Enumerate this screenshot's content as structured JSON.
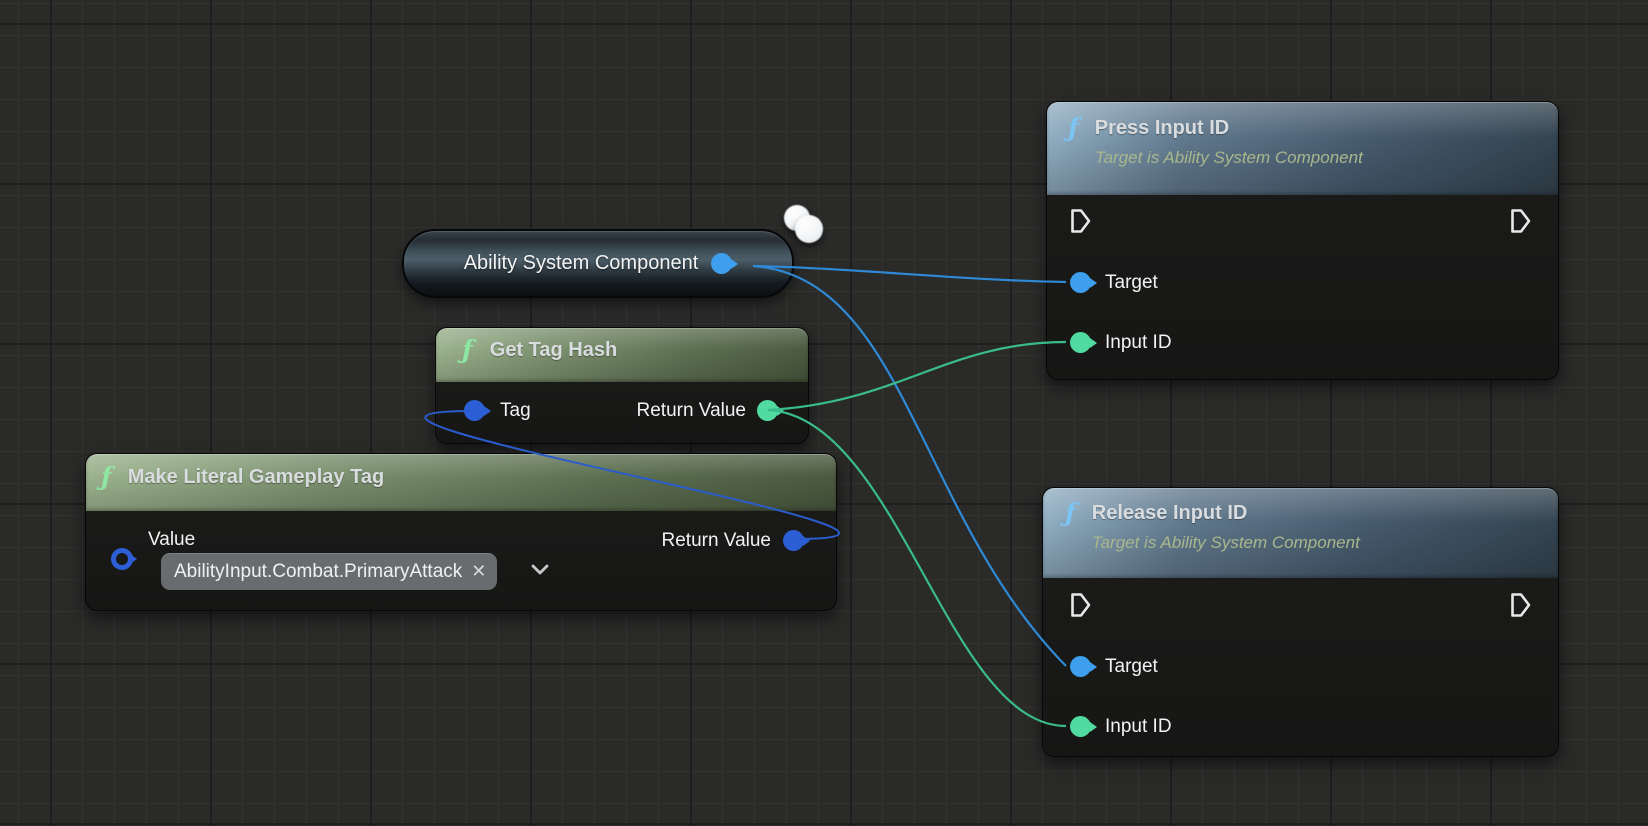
{
  "graph": {
    "nodes": {
      "ability_system_component": {
        "label": "Ability System Component"
      },
      "get_tag_hash": {
        "function_icon": "ƒ",
        "title": "Get Tag Hash",
        "pins": {
          "tag": "Tag",
          "return_value": "Return Value"
        }
      },
      "make_literal_gameplay_tag": {
        "function_icon": "ƒ",
        "title": "Make Literal Gameplay Tag",
        "pins": {
          "value": "Value",
          "return_value": "Return Value"
        },
        "tag_value": "AbilityInput.Combat.PrimaryAttack",
        "clear_icon": "✕"
      },
      "press_input_id": {
        "function_icon": "ƒ",
        "title": "Press Input ID",
        "subtitle": "Target is Ability System Component",
        "pins": {
          "target": "Target",
          "input_id": "Input ID"
        }
      },
      "release_input_id": {
        "function_icon": "ƒ",
        "title": "Release Input ID",
        "subtitle": "Target is Ability System Component",
        "pins": {
          "target": "Target",
          "input_id": "Input ID"
        }
      }
    },
    "pin_colors": {
      "exec": "#e8e8e8",
      "object": "#3d9fee",
      "integer": "#52dba0",
      "gameplay_tag_struct": "#2c5fd6"
    },
    "wire_colors": {
      "object": "#2e8ad6",
      "integer": "#3abb8c",
      "struct": "#2a5ccc"
    }
  }
}
